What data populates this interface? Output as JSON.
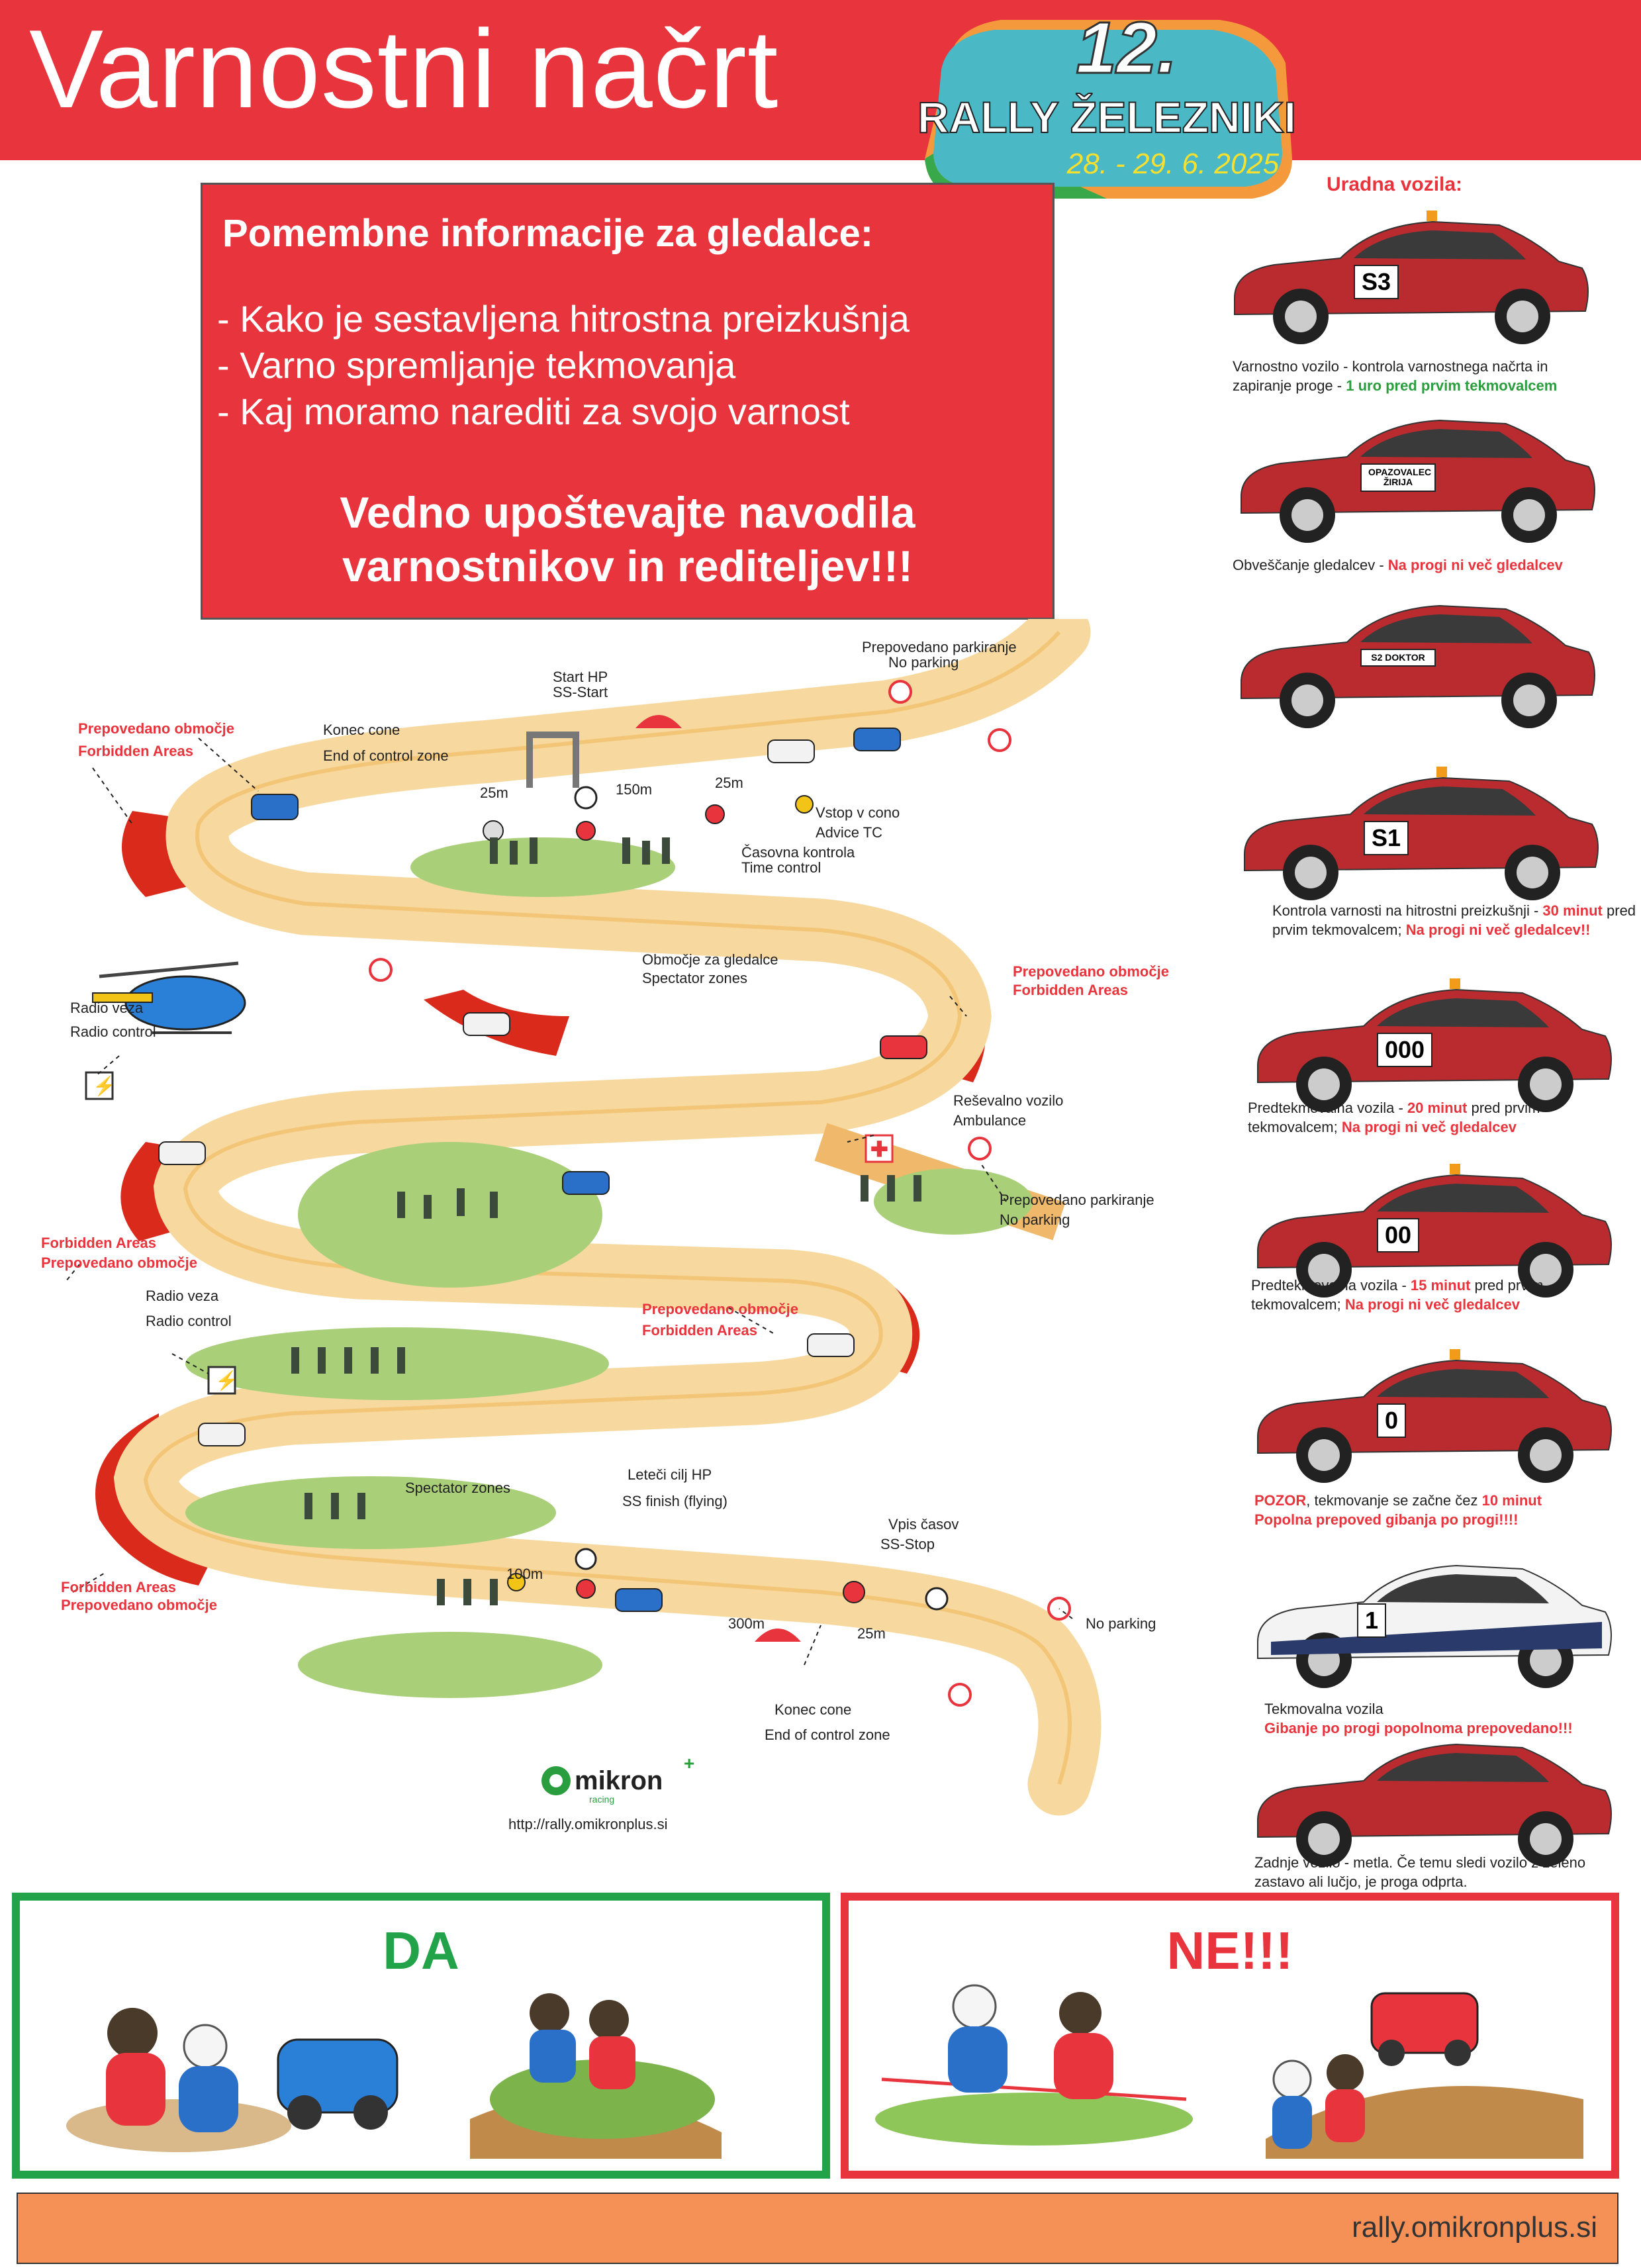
{
  "header": {
    "title": "Varnostni načrt"
  },
  "logo": {
    "number": "12.",
    "name": "RALLY ŽELEZNIKI",
    "dates": "28. - 29. 6. 2025"
  },
  "info": {
    "heading": "Pomembne informacije za gledalce:",
    "bullets": [
      "- Kako je sestavljena hitrostna preizkušnja",
      "- Varno spremljanje tekmovanja",
      "- Kaj moramo narediti za svojo varnost"
    ],
    "warning_line1": "Vedno upoštevajte navodila",
    "warning_line2": "varnostnikov in rediteljev!!!"
  },
  "vehicles": {
    "heading": "Uradna vozila:",
    "items": [
      {
        "plate": "S3",
        "text": "Varnostno vozilo - kontrola varnostnega načrta in zapiranje proge - ",
        "highlight": "1 uro pred prvim tekmovalcem",
        "highlight_color": "green"
      },
      {
        "plate": "OPAZOVALEC ŽIRIJA",
        "text": "Obveščanje gledalcev - ",
        "highlight": "Na progi ni več gledalcev",
        "highlight_color": "red"
      },
      {
        "plate": "S2 DOKTOR",
        "text": "",
        "highlight": "",
        "highlight_color": "red"
      },
      {
        "plate": "S1",
        "text": "Kontrola varnosti na hitrostni preizkušnji - ",
        "highlight": "30 minut",
        "text2": " pred prvim tekmovalcem; ",
        "highlight2": "Na progi ni več gledalcev!!",
        "highlight_color": "red"
      },
      {
        "plate": "000",
        "text": "Predtekmovalna vozila - ",
        "highlight": "20 minut",
        "text2": " pred prvim tekmovalcem; ",
        "highlight2": "Na progi ni več gledalcev",
        "highlight_color": "red"
      },
      {
        "plate": "00",
        "text": "Predtekmovalna vozila - ",
        "highlight": "15 minut",
        "text2": " pred prvim tekmovalcem; ",
        "highlight2": "Na progi ni več gledalcev",
        "highlight_color": "red"
      },
      {
        "plate": "0",
        "text": "",
        "highlight": "POZOR",
        "text2": ", tekmovanje se začne čez ",
        "highlight2": "10 minut",
        "text3": "Popolna prepoved gibanja po progi!!!!",
        "highlight_color": "red"
      },
      {
        "plate": "1",
        "text": "Tekmovalna vozila",
        "highlight": "Gibanje po progi popolnoma prepovedano!!!",
        "highlight_color": "red"
      },
      {
        "plate": "",
        "text": "Zadnje vozilo - metla. Če temu sledi vozilo z zeleno zastavo ali lučjo, je proga odprta.",
        "highlight": "",
        "highlight_color": "red"
      }
    ]
  },
  "map": {
    "labels": {
      "prepovedano_parkiranje": "Prepovedano parkiranje",
      "no_parking": "No parking",
      "start_hp": "Start HP",
      "ss_start": "SS-Start",
      "konec_cone": "Konec cone",
      "end_control": "End of control zone",
      "prepovedano_obmocje": "Prepovedano območje",
      "forbidden_areas": "Forbidden Areas",
      "vstop_v_cono": "Vstop v cono",
      "advice_tc": "Advice TC",
      "casovna_kontrola": "Časovna kontrola",
      "time_control": "Time control",
      "obmocje_gledalce": "Območje za gledalce",
      "spectator_zones": "Spectator zones",
      "radio_veza": "Radio veza",
      "radio_control": "Radio control",
      "resevalno_vozilo": "Reševalno vozilo",
      "ambulance": "Ambulance",
      "leteci_cilj": "Leteči cilj HP",
      "ss_finish": "SS finish (flying)",
      "vpis_casov": "Vpis časov",
      "ss_stop": "SS-Stop",
      "d25": "25m",
      "d150": "150m",
      "d100": "100m",
      "d300": "300m",
      "brand": "mikron",
      "brand_sub": "racing",
      "url": "http://rally.omikronplus.si"
    }
  },
  "do": {
    "label": "DA"
  },
  "dont": {
    "label": "NE!!!"
  },
  "footer": {
    "url": "rally.omikronplus.si"
  },
  "colors": {
    "red": "#e7343d",
    "green": "#22a34a",
    "orange": "#f59056",
    "track": "#f7d9a0",
    "forbidden": "#d92a1c"
  }
}
